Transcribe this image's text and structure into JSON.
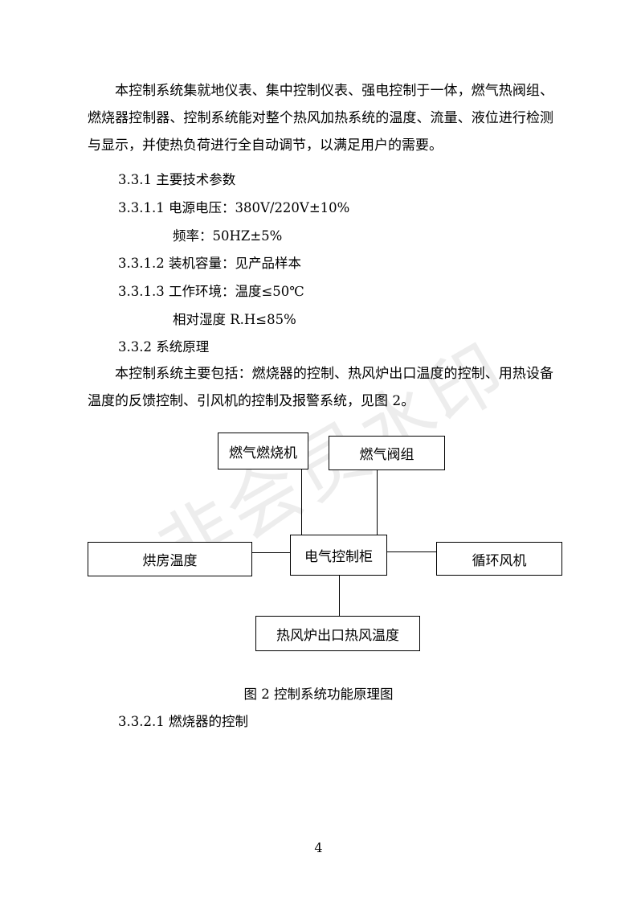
{
  "paragraphs": {
    "intro": "本控制系统集就地仪表、集中控制仪表、强电控制于一体，燃气热阀组、燃烧器控制器、控制系统能对整个热风加热系统的温度、流量、液位进行检测与显示，并使热负荷进行全自动调节，以满足用户的需要。",
    "principle": "本控制系统主要包括：燃烧器的控制、热风炉出口温度的控制、用热设备温度的反馈控制、引风机的控制及报警系统，见图 2。"
  },
  "sections": {
    "s331": "3.3.1  主要技术参数",
    "s3311": "3.3.1.1  电源电压：380V/220V±10%",
    "s3311b": "频率：50HZ±5%",
    "s3312": "3.3.1.2  装机容量：见产品样本",
    "s3313": "3.3.1.3  工作环境：温度≤50℃",
    "s3313b": "相对湿度 R.H≤85%",
    "s332": "3.3.2  系统原理",
    "s3321": "3.3.2.1  燃烧器的控制"
  },
  "diagram": {
    "burner": "燃气燃烧机",
    "valve_group": "燃气阀组",
    "drying_room_temp": "烘房温度",
    "control_cabinet": "电气控制柜",
    "circulation_fan": "循环风机",
    "outlet_temp": "热风炉出口热风温度"
  },
  "caption": "图 2    控制系统功能原理图",
  "page_number": "4",
  "watermark": "非会员水印"
}
